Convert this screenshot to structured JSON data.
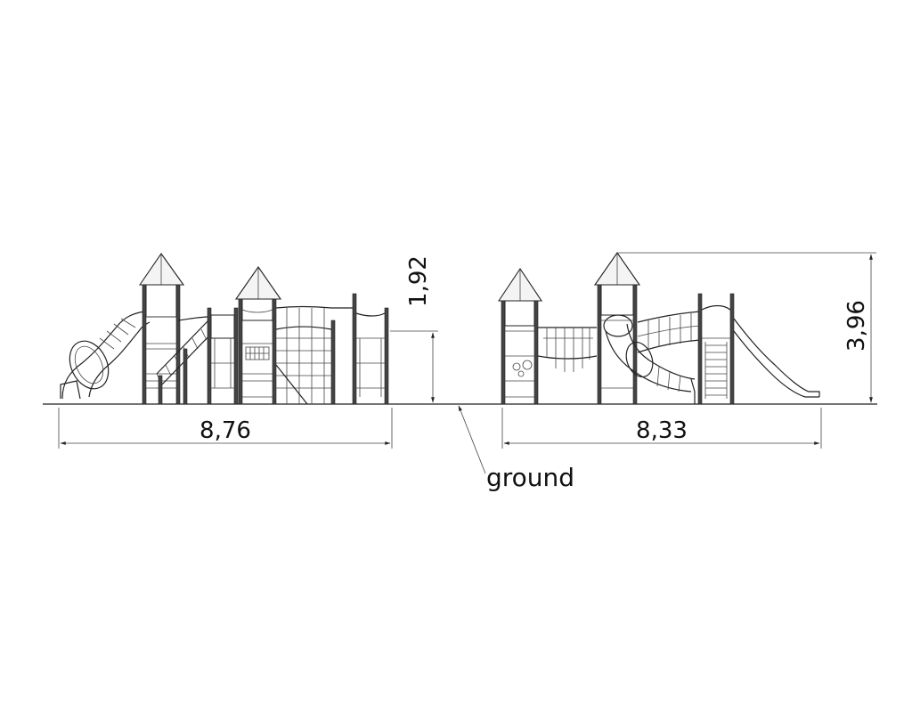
{
  "dimensions": {
    "left_width": "8,76",
    "right_width": "8,33",
    "left_height": "1,92",
    "right_height": "3,96"
  },
  "labels": {
    "ground": "ground"
  },
  "colors": {
    "line": "#222222",
    "background": "#ffffff"
  }
}
